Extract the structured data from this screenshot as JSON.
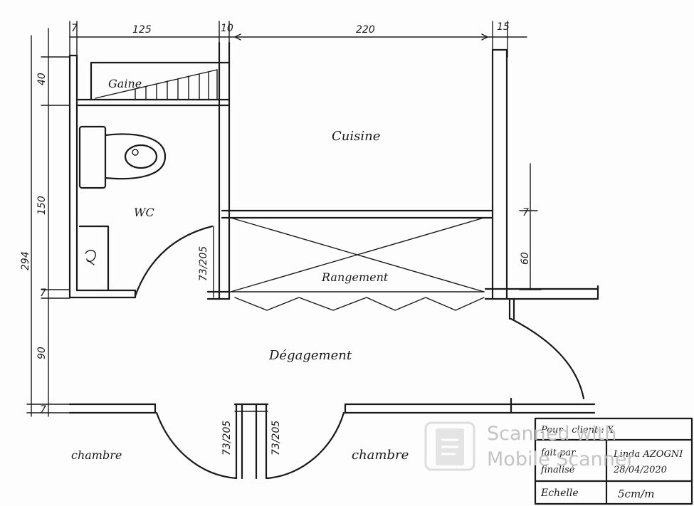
{
  "rooms": {
    "gaine": "Gaine",
    "cuisine": "Cuisine",
    "wc": "WC",
    "rangement": "Rangement",
    "degagement": "Dégagement",
    "chambre_left": "chambre",
    "chambre_right": "chambre"
  },
  "dimensions": {
    "top_7": "7",
    "top_125": "125",
    "top_10": "10",
    "top_220": "220",
    "top_15": "15",
    "left_40": "40",
    "left_150": "150",
    "left_294": "294",
    "left_7": "7",
    "left_90": "90",
    "left_7b": "7",
    "right_7": "7",
    "right_60": "60",
    "door_wc": "73/205",
    "door_bottom_left": "73/205",
    "door_bottom_right": "73/205"
  },
  "title_block": {
    "row1": "Pour : client : X",
    "row2_label_a": "fait par",
    "row2_label_b": "finalisé",
    "row2_value_a": "Linda AZOGNI",
    "row2_value_b": "28/04/2020",
    "scale_label": "Echelle",
    "scale_value": "5cm/m"
  },
  "watermark": {
    "line1": "Scanned with",
    "line2": "Mobile Scanner"
  }
}
